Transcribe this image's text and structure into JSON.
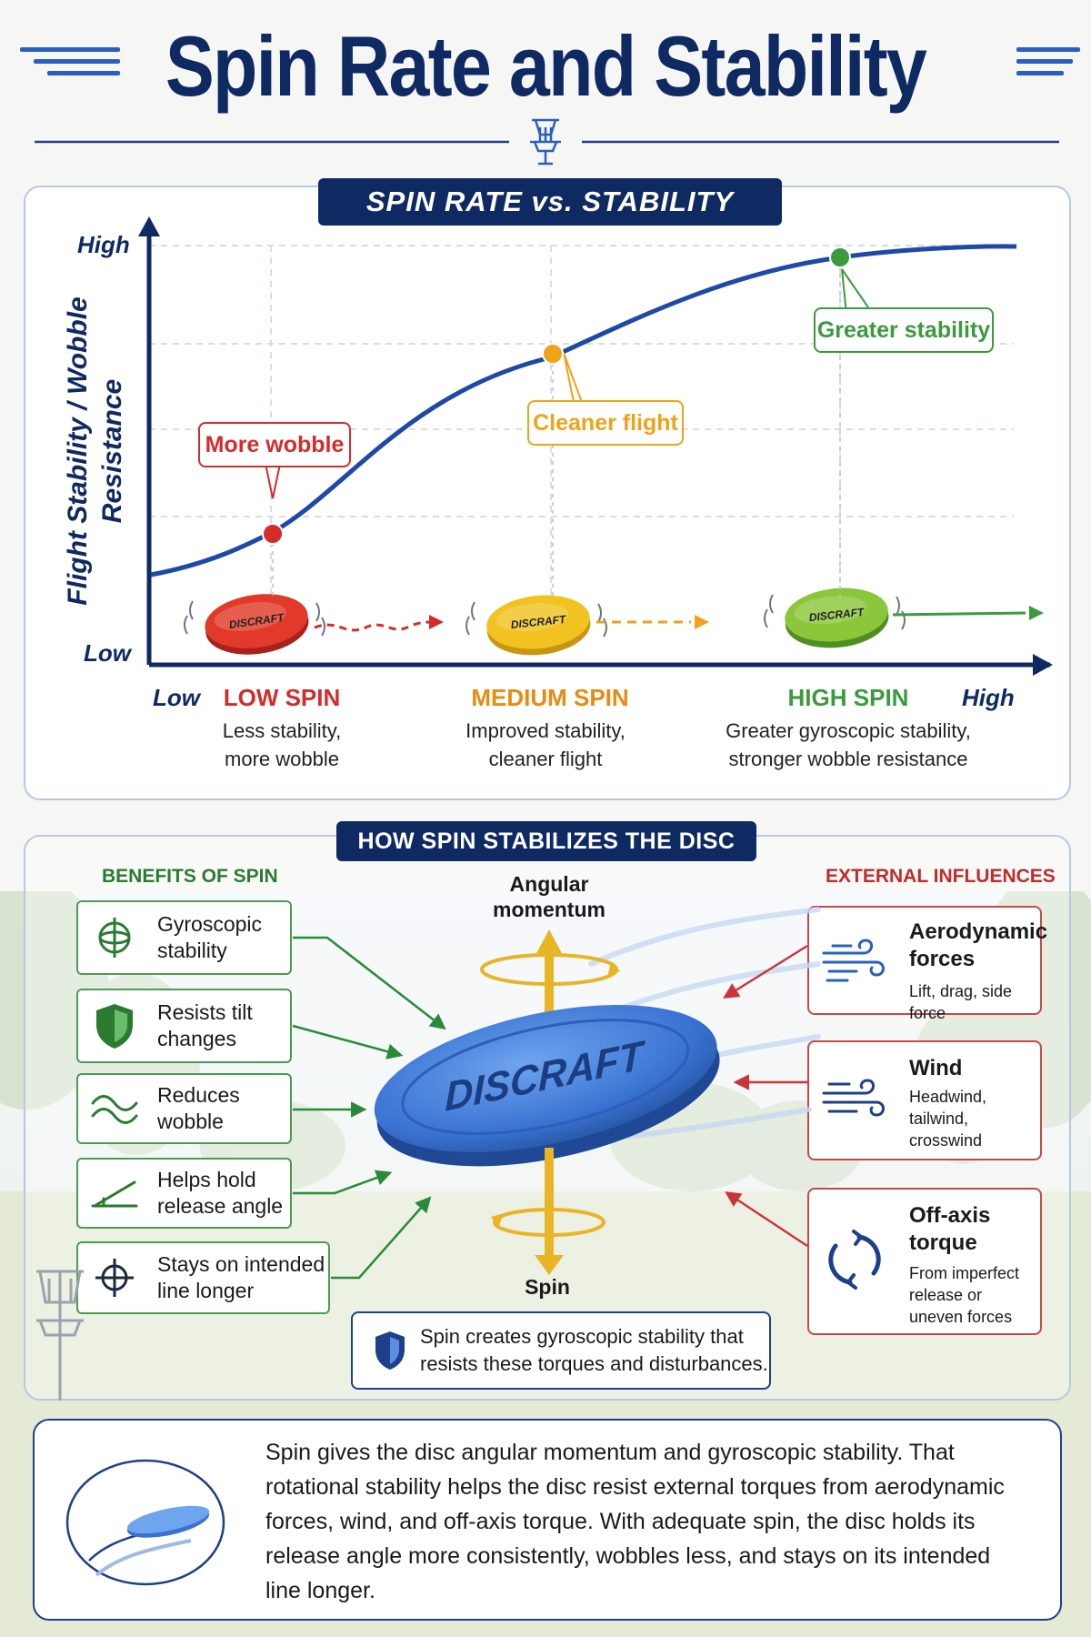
{
  "header": {
    "title": "Spin Rate and Stability"
  },
  "chart_section": {
    "tag": "SPIN RATE vs. STABILITY",
    "chart_data": {
      "type": "line",
      "title": "SPIN RATE vs. STABILITY",
      "ylabel": "Flight Stability / Wobble Resistance",
      "y_ticks": [
        "High",
        "Low"
      ],
      "x_ticks": [
        "Low",
        "High"
      ],
      "grid": true,
      "curve": "increasing S-curve, saturating near High",
      "points": [
        {
          "category": "LOW SPIN",
          "annotation": "More wobble",
          "color": "#d62b2b",
          "description": "Less stability, more wobble",
          "desc_lines": [
            "Less stability,",
            "more wobble"
          ]
        },
        {
          "category": "MEDIUM SPIN",
          "annotation": "Cleaner flight",
          "color": "#f0a21a",
          "description": "Improved stability, cleaner flight",
          "desc_lines": [
            "Improved stability,",
            "cleaner flight"
          ]
        },
        {
          "category": "HIGH SPIN",
          "annotation": "Greater stability",
          "color": "#3c9a3e",
          "description": "Greater gyroscopic stability, stronger wobble resistance",
          "desc_lines": [
            "Greater gyroscopic stability,",
            "stronger wobble resistance"
          ]
        }
      ],
      "disc_brand": "DISCRAFT"
    }
  },
  "stabilize_section": {
    "tag": "HOW SPIN STABILIZES THE DISC",
    "benefits_heading": "BENEFITS OF SPIN",
    "benefits": [
      {
        "label_lines": [
          "Gyroscopic",
          "stability"
        ],
        "icon": "gyroscope-icon"
      },
      {
        "label_lines": [
          "Resists tilt",
          "changes"
        ],
        "icon": "shield-icon"
      },
      {
        "label_lines": [
          "Reduces",
          "wobble"
        ],
        "icon": "wave-icon"
      },
      {
        "label_lines": [
          "Helps hold",
          "release angle"
        ],
        "icon": "angle-icon"
      },
      {
        "label_lines": [
          "Stays on intended",
          "line longer"
        ],
        "icon": "target-icon"
      }
    ],
    "influences_heading": "EXTERNAL INFLUENCES",
    "influences": [
      {
        "title_lines": [
          "Aerodynamic",
          "forces"
        ],
        "sub_lines": [
          "Lift, drag, side force"
        ],
        "icon": "airflow-icon"
      },
      {
        "title_lines": [
          "Wind"
        ],
        "sub_lines": [
          "Headwind,",
          "tailwind,",
          "crosswind"
        ],
        "icon": "wind-icon"
      },
      {
        "title_lines": [
          "Off-axis",
          "torque"
        ],
        "sub_lines": [
          "From imperfect",
          "release or",
          "uneven forces"
        ],
        "icon": "rotation-icon"
      }
    ],
    "angular_momentum_label": [
      "Angular",
      "momentum"
    ],
    "spin_label": "Spin",
    "disc_brand": "DISCRAFT",
    "note": [
      "Spin creates gyroscopic stability that",
      "resists these torques and disturbances."
    ]
  },
  "summary": {
    "lines": [
      "Spin gives the disc angular momentum and gyroscopic stability. That",
      "rotational stability helps the disc resist external torques from aerodynamic",
      "forces, wind, and off-axis torque. With adequate spin, the disc holds its",
      "release angle more consistently, wobbles less, and stays on its intended",
      "line longer."
    ]
  },
  "colors": {
    "navy": "#0f2a63",
    "blue": "#2a5fc2",
    "red": "#d62b2b",
    "orange": "#f0a21a",
    "green": "#3c9a3e"
  }
}
